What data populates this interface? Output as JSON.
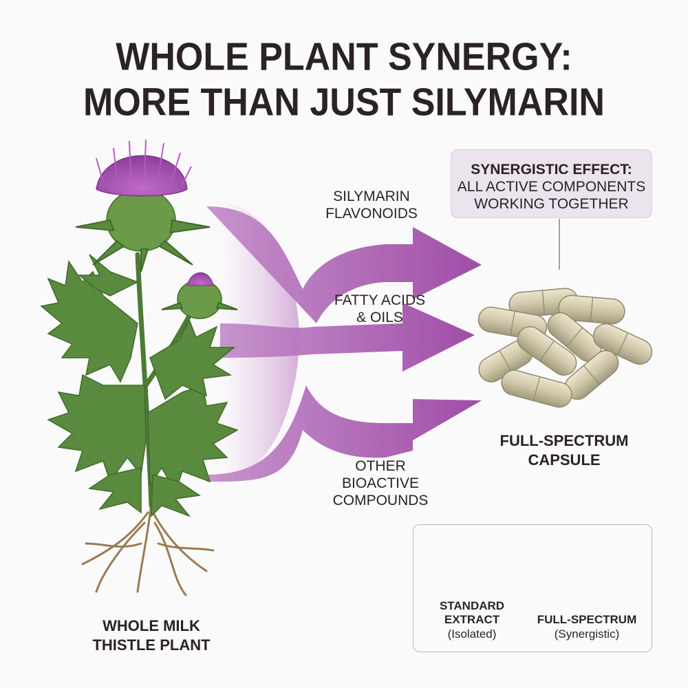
{
  "title": {
    "line1": "WHOLE PLANT SYNERGY:",
    "line2": "MORE THAN JUST SILYMARIN"
  },
  "flows": [
    {
      "line1": "SILYMARIN",
      "line2": "FLAVONOIDS"
    },
    {
      "line1": "FATTY ACIDS",
      "line2": "& OILS"
    },
    {
      "line1": "OTHER",
      "line2": "BIOACTIVE",
      "line3": "COMPOUNDS"
    }
  ],
  "callout": {
    "title": "SYNERGISTIC EFFECT:",
    "line1": "ALL ACTIVE COMPONENTS",
    "line2": "WORKING TOGETHER"
  },
  "plant_label": {
    "line1": "WHOLE MILK",
    "line2": "THISTLE PLANT"
  },
  "capsule_label": {
    "line1": "FULL-SPECTRUM",
    "line2": "CAPSULE"
  },
  "comparison": {
    "standard": {
      "line1": "STANDARD",
      "line2": "EXTRACT",
      "note": "(Isolated)"
    },
    "full": {
      "title": "FULL-SPECTRUM",
      "note": "(Synergistic)"
    }
  },
  "colors": {
    "arrow": "#a150a8",
    "flower": "#a451b5",
    "leaf": "#5a8a3e",
    "capsule": "#cfc7a8",
    "callout_bg": "#ebe3ee"
  },
  "icons": [
    "thistle-plant-illustration",
    "arrow-icon",
    "capsule-icon",
    "molecule-icon",
    "molecule-cluster-icon",
    "checkmark-icon"
  ]
}
